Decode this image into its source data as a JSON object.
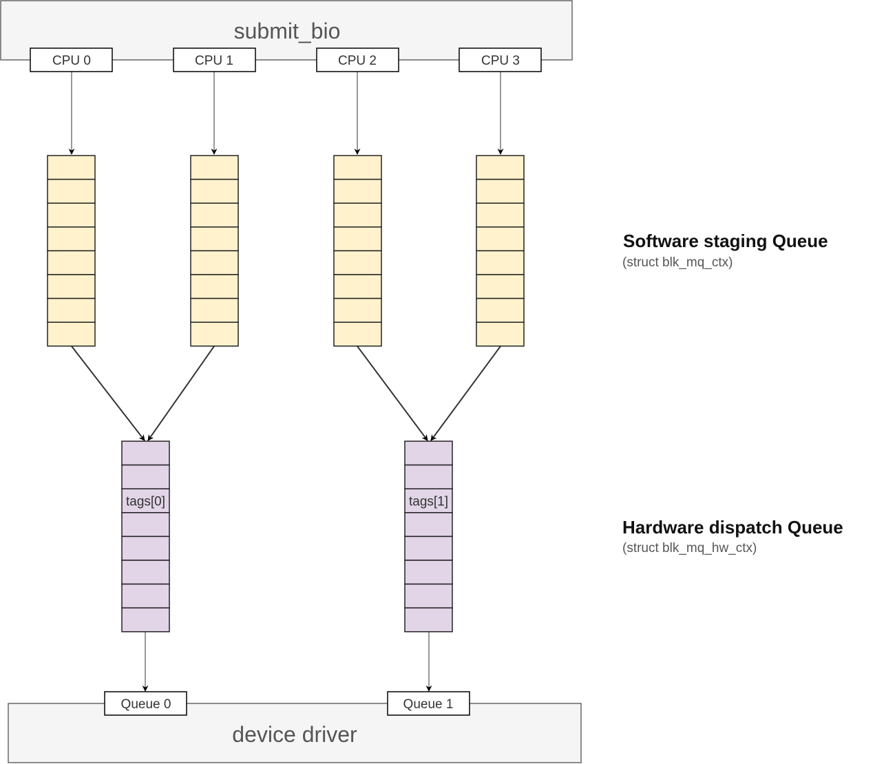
{
  "top_block": {
    "label": "submit_bio"
  },
  "cpus": [
    {
      "label": "CPU 0"
    },
    {
      "label": "CPU 1"
    },
    {
      "label": "CPU 2"
    },
    {
      "label": "CPU 3"
    }
  ],
  "software_queues": {
    "count": 4,
    "slots_per_queue": 8,
    "fill_color": "#fff2cc"
  },
  "hardware_queues": [
    {
      "label": "tags[0]",
      "slots": 8,
      "label_slot": 3
    },
    {
      "label": "tags[1]",
      "slots": 8,
      "label_slot": 3
    }
  ],
  "hardware_fill_color": "#e1d5e7",
  "queue_ports": [
    {
      "label": "Queue 0"
    },
    {
      "label": "Queue 1"
    }
  ],
  "bottom_block": {
    "label": "device driver"
  },
  "legend": {
    "software": {
      "title": "Software staging Queue",
      "subtitle": "(struct blk_mq_ctx)"
    },
    "hardware": {
      "title": "Hardware dispatch Queue",
      "subtitle": "(struct blk_mq_hw_ctx)"
    }
  },
  "connections": [
    {
      "from": "CPU 0",
      "to": "software-queue-0"
    },
    {
      "from": "CPU 1",
      "to": "software-queue-1"
    },
    {
      "from": "CPU 2",
      "to": "software-queue-2"
    },
    {
      "from": "CPU 3",
      "to": "software-queue-3"
    },
    {
      "from": "software-queue-0",
      "to": "tags[0]"
    },
    {
      "from": "software-queue-1",
      "to": "tags[0]"
    },
    {
      "from": "software-queue-2",
      "to": "tags[1]"
    },
    {
      "from": "software-queue-3",
      "to": "tags[1]"
    },
    {
      "from": "tags[0]",
      "to": "Queue 0"
    },
    {
      "from": "tags[1]",
      "to": "Queue 1"
    }
  ]
}
